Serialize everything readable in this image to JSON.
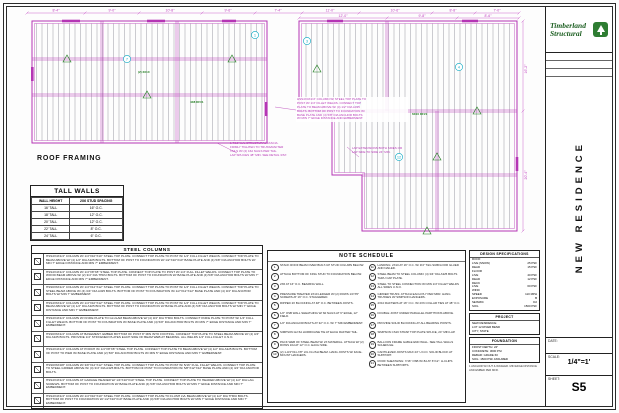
{
  "page": {
    "plan_label": "ROOF FRAMING"
  },
  "logo": {
    "name_line1": "Timberland",
    "name_line2": "Structural"
  },
  "titleblock": {
    "project_vertical": "NEW RESIDENCE",
    "date_label": "DATE:",
    "scale_label": "SCALE:",
    "scale_value": "1/4\"=1'",
    "sheet_label": "SHEET:",
    "sheet_value": "S5"
  },
  "plan": {
    "dims_top": [
      "8'-4\"",
      "9'-0\"",
      "10'-8\"",
      "9'-6\"",
      "7'-4\"",
      "11'-0\"",
      "10'-6\"",
      "8'-8\"",
      "7'-0\""
    ],
    "dims_top2": [
      "12'-0\"",
      "9'-8\"",
      "8'-6\""
    ],
    "dims_right": [
      "16'-2\"",
      "20'-4\""
    ],
    "markers": [
      "1",
      "3",
      "4",
      "7",
      "9",
      "12"
    ],
    "labels": {
      "beam1": "4X8 DF#1",
      "beam2": "6X10 DF#1",
      "beam3": "(2) 2X10"
    },
    "annotations": {
      "column_note": "HSS4X4X1/4\" COLUMN W/ STEEL TOP PLATE TO\nPOST W/ 1/4\" FILLET WELDS. CONNECT TOP\nPLATE TO BEAM ABOVE W/ (4) 1/2\" DIA A325\nBOLTS. BOTTOM OF POST TO FOUNDATION W/\nBASE PLATE AND (4) 5/8\" DIA ANCHOR BOLTS\nW/ MIN 7\" EDGE DISTANCE AND EMBEDMENT.",
      "fascia_note": "1  7/16\" LVL STRUCTURAL FASCIA.\nFIRMLY TIGHTEN TO TRUSS/RAFTER\nTAILS W/ (2) 16d NAILS PER TAIL.\nLAP SPLICES 48\" MIN. SEE DETAIL 3/S7.",
      "lap_note": "LAP EXTENSIONS BOTH SIDES OR\nLAP SIDE TO SIDE 24\" MIN."
    }
  },
  "tall_walls": {
    "title": "TALL WALLS",
    "headers": [
      "WALL HEIGHT",
      "2X6 STUD SPACING"
    ],
    "rows": [
      [
        "16' TALL",
        "16\" O.C."
      ],
      [
        "18' TALL",
        "12\" O.C."
      ],
      [
        "20' TALL",
        "12\" O.C."
      ],
      [
        "22' TALL",
        "8\" O.C."
      ],
      [
        "24' TALL",
        "6\" O.C."
      ]
    ]
  },
  "steel_columns": {
    "title": "STEEL COLUMNS",
    "rows": [
      {
        "text": "HSS4X4X1/4\" COLUMN W/ 1/4\"X10\"X10\" STEEL TOP PLATE. CONNECT TOP PLATE TO POST W/ 1/4\" FULL FILLET WELDS. CONNECT TOP PLATE TO BEAM ABOVE W/ (4) 1/2\" DIA A325 BOLTS. BOTTOM OF POST TO FOUNDATION W/ 1/2\"X10\"X10\" BASE PLATE AND (4) 5/8\" DIA ANCHOR BOLTS W/ MIN 7\" EDGE DISTANCE AND MIN 7\" EMBEDMENT."
      },
      {
        "text": "HSS4X4X1/4\" COLUMN W/ 1/4\"X8\"X8\" STEEL TOP PLATE. CONNECT TOP PLATE TO POST W/ 1/4\" FULL FILLET WELDS. CONNECT TOP PLATE TO WOOD BEAM ABOVE W/ (2) 3/4\" DIA THRU BOLTS. BOTTOM OF POST TO FOUNDATION W/ BASE PLATE AND (4) 5/8\" DIA ANCHOR BOLTS W/ MIN 7\" EDGE DISTANCE AND MIN 7\" EMBEDMENT."
      },
      {
        "text": "HSS6X6X1/4\" COLUMN W/ 1/4\"X12\"X12\" STEEL TOP PLATE. CONNECT TOP PLATE TO POST W/ 1/4\" FULL FILLET WELDS. CONNECT TOP PLATE TO STEEL BEAM ABOVE W/ (4) 3/4\" DIA A325 BOLTS. BOTTOM OF POST TO FOUNDATION W/ 1/2\"X12\"X12\" BASE PLATE AND (4) 3/4\" DIA ANCHOR BOLTS W/ MIN 7\" EMBEDMENT."
      },
      {
        "text": "HSS4X6X1/4\" COLUMN W/ 1/4\"X10\"X12\" STEEL TOP PLATE. CONNECT TOP PLATE TO POST W/ 1/4\" FULL FILLET WELDS. CONNECT TOP PLATE TO BEAM ABOVE W/ (4) 1/2\" DIA A325 BOLTS. BOTTOM OF POST TO FOUNDATION W/ BASE PLATE AND (4) 5/8\" DIA ANCHOR BOLTS W/ MIN 7\" EDGE DISTANCE AND MIN 7\" EMBEDMENT."
      },
      {
        "text": "HSS4X4X1/4\" COLUMN W/ KNIFE PLATE TO GLULAM BEAM ABOVE W/ (4) 3/4\" DIA THRU BOLTS. CONNECT KNIFE PLATE TO POST W/ 1/4\" FULL FILLET WELDS. BOTTOM OF POST TO FOUNDATION W/ BASE PLATE AND (4) 5/8\" DIA ANCHOR BOLTS W/ MIN 7\" EDGE DISTANCE AND MIN 7\" EMBEDMENT."
      },
      {
        "text": "HSS6X6X1/4\" COLUMN AT BASEMENT. EMBED BOTTOM OF POST 8\" MIN INTO FOOTING. CONNECT TOP PLATE TO STEEL BEAM ABOVE W/ (4) 3/4\" DIA A325 BOLTS. PROVIDE 1/4\" STIFFENER PLATES EACH SIDE OF BEAM WEB AT BEARING. ALL WELDS 1/4\" FULL FILLET U.N.O."
      },
      {
        "text": "HSS4X4X1/4\" COLUMN AT PORCH W/ 1/4\"X8\"X8\" STEEL TOP PLATE. CONNECT TOP PLATE TO BEAM ABOVE W/ (4) 1/2\" DIA A325 BOLTS. BOTTOM OF POST TO PIER W/ BASE PLATE AND (2) 5/8\" DIA ANCHOR BOLTS W/ MIN 5\" EDGE DISTANCE AND MIN 7\" EMBEDMENT."
      },
      {
        "text": "HSS6X6X3/8\" COLUMN W/ 3/8\"X12\"X12\" STEEL TOP PLATE. CONNECT TOP PLATE TO POST W/ 5/16\" FULL FILLET WELDS. CONNECT TOP PLATE TO STEEL GIRDER ABOVE W/ (4) 3/4\" DIA A325 BOLTS. BOTTOM OF POST TO FOUNDATION W/ 5/8\"X12\"X12\" BASE PLATE AND (4) 3/4\" DIA ANCHOR BOLTS."
      },
      {
        "text": "HSS4X4X1/4\" COLUMN AT GARAGE HEADER W/ 1/4\"X10\"X10\" STEEL TOP PLATE. CONNECT TOP PLATE TO HEADER ABOVE W/ (4) 1/2\" DIA LAG SCREWS. BOTTOM OF POST TO FOUNDATION W/ BASE PLATE AND (4) 5/8\" DIA ANCHOR BOLTS W/ MIN 7\" EDGE DISTANCE AND MIN 7\" EMBEDMENT."
      },
      {
        "text": "HSS4X4X1/4\" COLUMN W/ 1/4\"X10\"X10\" STEEL TOP PLATE. CONNECT TOP PLATE TO FLUSH LVL BEAM ABOVE W/ (4) 1/2\" DIA THRU BOLTS. BOTTOM OF POST TO FOUNDATION W/ 1/2\"X10\"X10\" BASE PLATE AND (4) 5/8\" DIA ANCHOR BOLTS W/ MIN 7\" EDGE DISTANCE AND MIN 7\" EMBEDMENT."
      }
    ]
  },
  "note_schedule": {
    "title": "NOTE SCHEDULE",
    "left": [
      {
        "n": "1",
        "text": "STACK ROOF BEAM OVER BUILT-UP STUD COLUMN BELOW."
      },
      {
        "n": "2",
        "text": "ATTACH BOTTOM OF KING STUD TO FOUNDATION BELOW."
      },
      {
        "n": "3",
        "text": "2X6 AT 16\" O.C. BEARING WALL."
      },
      {
        "n": "4",
        "text": "PRESSURE TREATED 2X10 LEDGER W/ (2) ROWS 1/4\"X5\" SCREWS AT 16\" O.C. STAGGERED."
      },
      {
        "n": "5",
        "text": "RIPPED 2X BLOCKING AT 48\" O.C. BETWEEN JOISTS."
      },
      {
        "n": "6",
        "text": "1/2\" OSB WALL SHEATHING W/ 8d NAILS AT 6\" EDGE, 12\" FIELD."
      },
      {
        "n": "7",
        "text": "1/2\" DIA ANCHOR BOLTS AT 32\" O.C. W/ 7\" MIN EMBEDMENT."
      },
      {
        "n": "8",
        "text": "SIMPSON H2.5A HURRICANE TIE AT EACH RAFTER TAIL."
      },
      {
        "n": "9",
        "text": "PACK WEB OF STEEL BEAM W/ 2X MATERIAL. ATTACH W/ (2) ROWS 16d AT 12\" O.C. EACH SIDE."
      },
      {
        "n": "10",
        "text": "(2) 1-3/4\"X11-7/8\" LVL FLUSH BEAM. HANG JOISTS W/ FACE-MOUNT HANGERS."
      }
    ],
    "right": [
      {
        "n": "11",
        "text": "LANDING: 2X10 AT 16\" O.C. W/ 3/4\" T&G SUBFLOOR GLUED AND NAILED."
      },
      {
        "n": "12",
        "text": "STEEL BEAM TO STEEL COLUMN: (4) 3/4\" DIA A325 BOLTS THRU CAP PLATE."
      },
      {
        "n": "13",
        "text": "STEEL TO STEEL CONNECTION W/ MIN 1/4\" FILLET WELDS ALL SIDES U.N.O."
      },
      {
        "n": "14",
        "text": "GIRDER TRUSS: ATTACH EACH PLY PER MFR. HANG TRUSSES W/ SIMPSON HANGERS."
      },
      {
        "n": "15",
        "text": "2X10 RAFTERS AT 16\" O.C. W/ 2X6 COLLAR TIES AT 48\" O.C."
      },
      {
        "n": "16",
        "text": "DOUBLE JOIST UNDER PARALLEL PARTITIONS ABOVE."
      },
      {
        "n": "17",
        "text": "PROVIDE SOLID BLOCKING AT ALL BEARING POINTS."
      },
      {
        "n": "18",
        "text": "SIMPSON CS16 STRAP TOP PLATE SPLICE, 24\" MIN LAP."
      },
      {
        "n": "19",
        "text": "BALLOON FRAME GABLE END WALL. SEE TALL WALLS SCHEDULE."
      },
      {
        "n": "20",
        "text": "CANTILEVER JOISTS MAX 24\" U.N.O. SOLID BLOCK AT SUPPORT."
      },
      {
        "n": "21",
        "text": "ROOF SHEATHING: 7/16\" OSB W/ 8d AT 6\"/12\". H-CLIPS BETWEEN SUPPORTS."
      }
    ]
  },
  "design_specs": {
    "title": "DESIGN SPECIFICATIONS",
    "rows": [
      {
        "l": "ROOF",
        "v": ""
      },
      {
        "l": "LIVE (SNOW)",
        "v": "25 PSF"
      },
      {
        "l": "DEAD",
        "v": "15 PSF"
      },
      {
        "l": "FLOOR",
        "v": ""
      },
      {
        "l": "LIVE",
        "v": "40 PSF"
      },
      {
        "l": "DEAD",
        "v": "12 PSF"
      },
      {
        "l": "DECK",
        "v": ""
      },
      {
        "l": "LIVE",
        "v": "60 PSF"
      },
      {
        "l": "WIND",
        "v": ""
      },
      {
        "l": "SPEED",
        "v": "110 MPH"
      },
      {
        "l": "EXPOSURE",
        "v": "B"
      },
      {
        "l": "SEISMIC",
        "v": "D2"
      },
      {
        "l": "SOIL",
        "v": "1500 PSF"
      }
    ]
  },
  "project_box": {
    "title": "PROJECT",
    "lines": [
      "NEW RESIDENCE",
      "LOT 12 RIVER BEND",
      "CITY, STATE"
    ]
  },
  "foundation_box": {
    "title": "FOUNDATION",
    "lines": [
      "FROST DEPTH: 24\"",
      "CONCRETE: 3000 PSI",
      "REBAR: GRADE 60",
      "SOIL: 1500 PSF ASSUMED"
    ]
  },
  "footnote": "1 ANCHOR W/ NUT & WASHER. MIN EDGE DISTANCE AND EMBED PER MFR."
}
